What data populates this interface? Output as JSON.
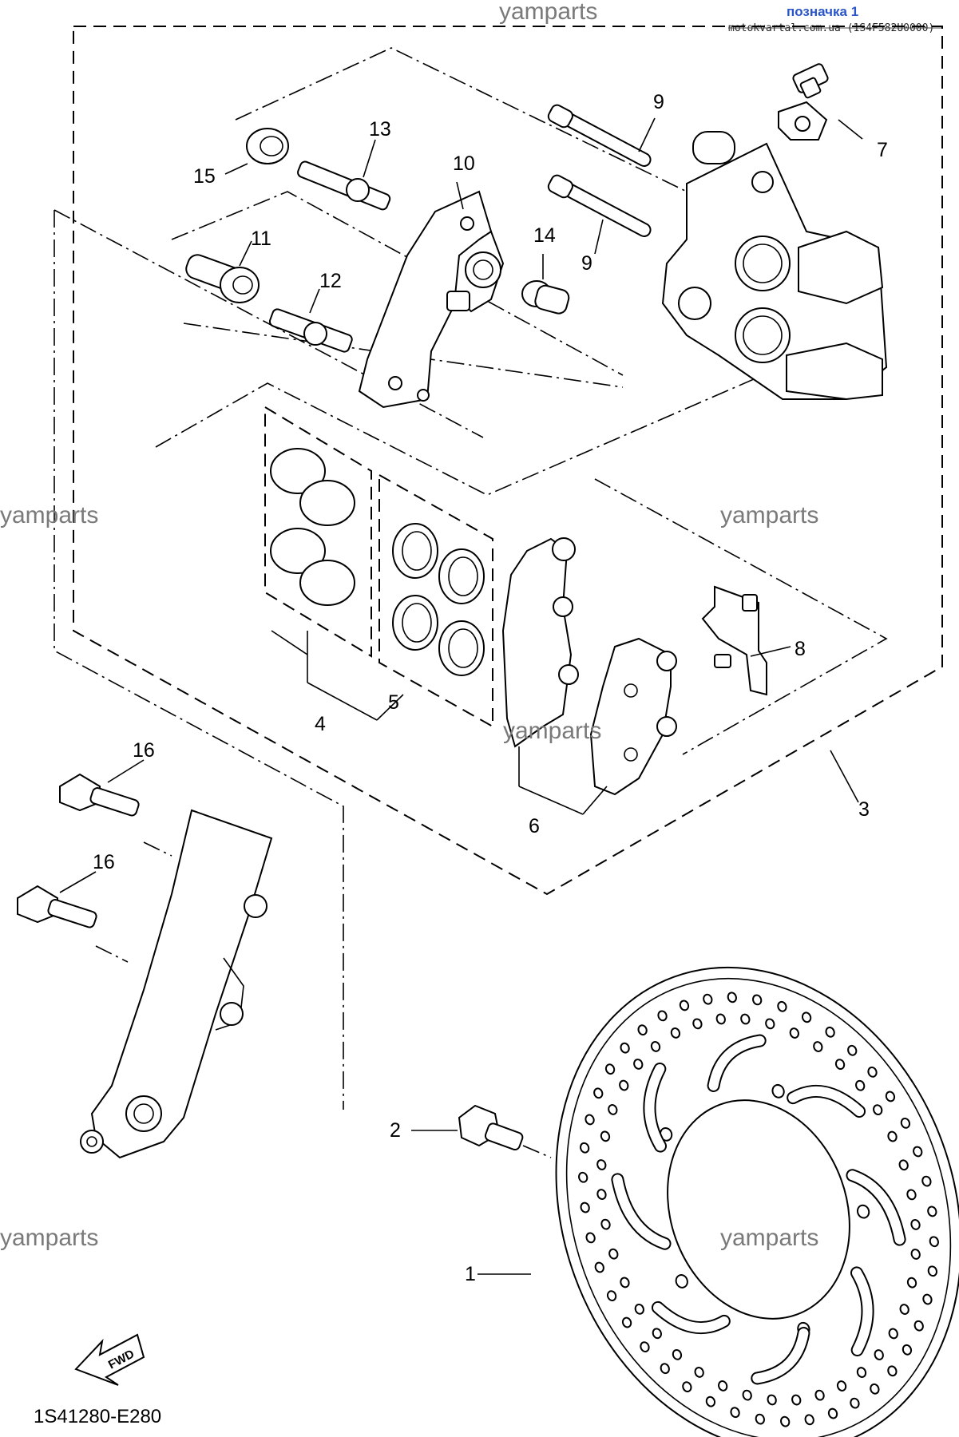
{
  "header": {
    "watermark_top": "yamparts",
    "label": "позначка 1",
    "source": "motokvartal.com.ua (1S4F582U0000)"
  },
  "watermarks": [
    "yamparts",
    "yamparts",
    "yamparts",
    "yamparts",
    "yamparts"
  ],
  "callouts": {
    "c1": "1",
    "c2": "2",
    "c3": "3",
    "c4": "4",
    "c5": "5",
    "c6": "6",
    "c7": "7",
    "c8": "8",
    "c9a": "9",
    "c9b": "9",
    "c10": "10",
    "c11": "11",
    "c12": "12",
    "c13": "13",
    "c14": "14",
    "c15": "15",
    "c16a": "16",
    "c16b": "16"
  },
  "fwd_label": "FWD",
  "diagram_code": "1S41280-E280",
  "icons": [
    "fwd-arrow-icon"
  ]
}
